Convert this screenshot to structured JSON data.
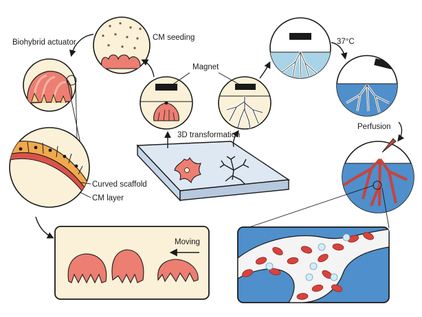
{
  "labels": {
    "biohybrid_actuator": "Biohybrid actuator",
    "cm_seeding": "CM seeding",
    "magnet": "Magnet",
    "temperature": "37°C",
    "three_d_transformation": "3D transformation",
    "perfusion": "Perfusion",
    "curved_scaffold": "Curved scaffold",
    "cm_layer": "CM layer",
    "moving": "Moving"
  },
  "colors": {
    "ink": "#1a1a1a",
    "cream": "#fbf1d8",
    "tissue_pink": "#ec7e72",
    "tissue_light": "#f6b3a6",
    "scaffold_orange": "#f0a94d",
    "water_blue": "#a9d3e6",
    "deep_blue": "#4f8fcb",
    "vessel_red": "#c9433d",
    "substrate_blue": "#dde8f3",
    "rbc_red": "#d8433c"
  }
}
